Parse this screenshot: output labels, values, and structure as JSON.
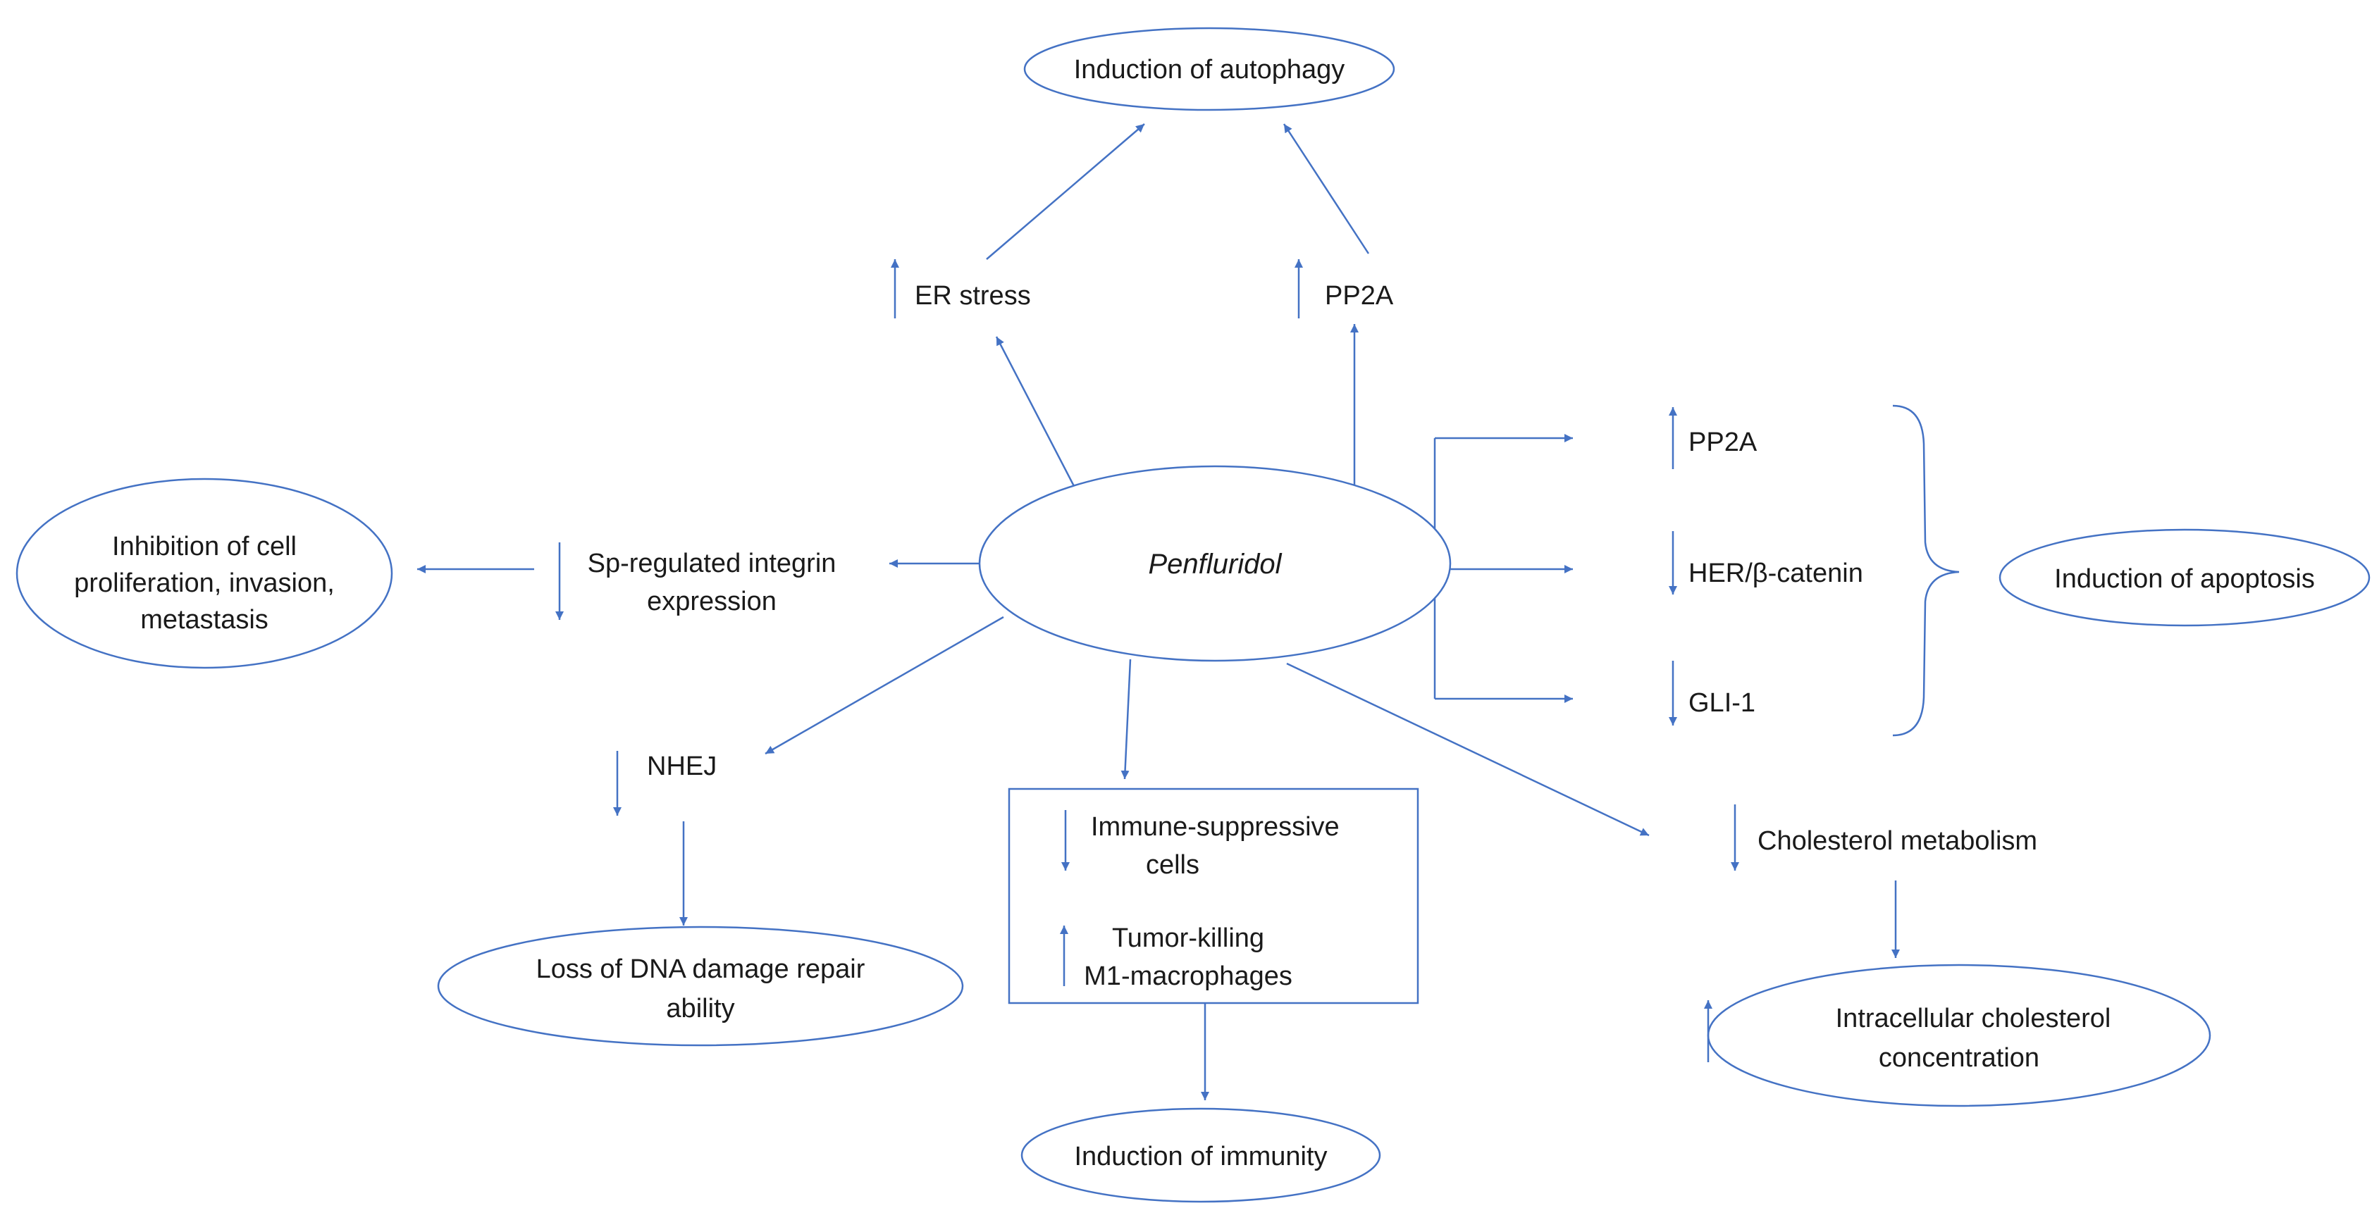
{
  "colors": {
    "stroke": "#4472c4",
    "text": "#1a1a1a",
    "background": "#ffffff"
  },
  "center": {
    "label": "Penfluridol"
  },
  "nodes": {
    "autophagy": {
      "label": "Induction of autophagy"
    },
    "er_stress": {
      "label": "ER stress",
      "direction": "up"
    },
    "pp2a_top": {
      "label": "PP2A",
      "direction": "up"
    },
    "inhibition": {
      "lines": [
        "Inhibition of cell",
        "proliferation, invasion,",
        "metastasis"
      ]
    },
    "sp_integrin": {
      "lines": [
        "Sp-regulated integrin",
        "expression"
      ],
      "direction": "down"
    },
    "pp2a_right": {
      "label": "PP2A",
      "direction": "up"
    },
    "her": {
      "label": "HER/β-catenin",
      "direction": "down"
    },
    "gli": {
      "label": "GLI-1",
      "direction": "down"
    },
    "apoptosis": {
      "label": "Induction of apoptosis"
    },
    "nhej": {
      "label": "NHEJ",
      "direction": "down"
    },
    "dna": {
      "lines": [
        "Loss of DNA damage repair",
        "ability"
      ]
    },
    "immune_box": {
      "suppressive": {
        "lines": [
          "Immune-suppressive",
          "cells"
        ],
        "direction": "down"
      },
      "m1": {
        "lines": [
          "Tumor-killing",
          "M1-macrophages"
        ],
        "direction": "up"
      }
    },
    "immunity": {
      "label": "Induction of immunity"
    },
    "cholesterol_metab": {
      "label": "Cholesterol metabolism",
      "direction": "down"
    },
    "cholesterol_conc": {
      "lines": [
        "Intracellular cholesterol",
        "concentration"
      ],
      "direction": "up"
    }
  }
}
